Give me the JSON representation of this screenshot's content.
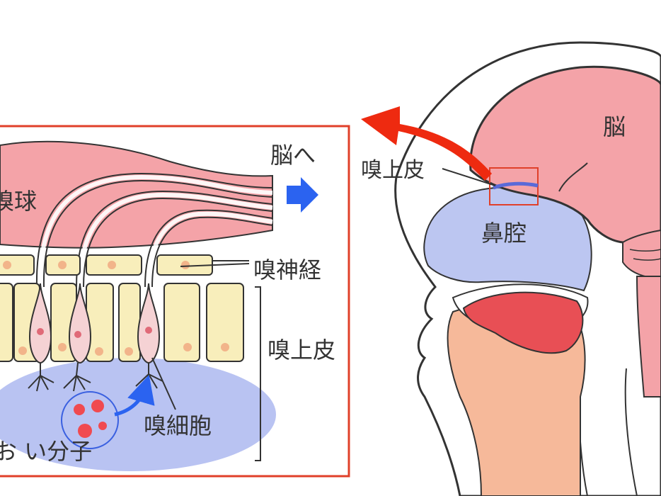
{
  "labels": {
    "olfactory_bulb": "嗅球",
    "to_brain": "脳へ",
    "olfactory_nerve": "嗅神経",
    "olfactory_epithelium_inset": "嗅上皮",
    "olfactory_cell": "嗅細胞",
    "odor_molecule": "にお い分子",
    "brain": "脳",
    "olfactory_epithelium_head": "嗅上皮",
    "nasal_cavity": "鼻腔"
  },
  "colors": {
    "brain_pink": "#f4a3a8",
    "epithelium_yellow": "#f8eebb",
    "mucus_blue": "#b9c3f2",
    "cavity_blue": "#bcc6f1",
    "frame_red": "#e0402a",
    "arrow_red": "#ee2a10",
    "arrow_blue": "#2b63f0",
    "dot_orange": "#f2b48a",
    "molecule_red": "#f04a50",
    "tongue_red": "#e84f55",
    "throat_peach": "#f6b99a"
  }
}
